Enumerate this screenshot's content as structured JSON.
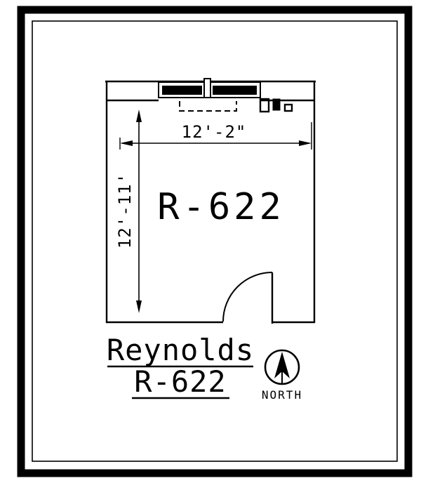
{
  "page": {
    "background_color": "#ffffff",
    "ink_color": "#000000"
  },
  "plan": {
    "room_label": "R-622",
    "dim_width": "12'-2\"",
    "dim_height": "12'-11'"
  },
  "title_block": {
    "line1": "Reynolds",
    "line2": "R-622"
  },
  "compass": {
    "label": "NORTH"
  }
}
